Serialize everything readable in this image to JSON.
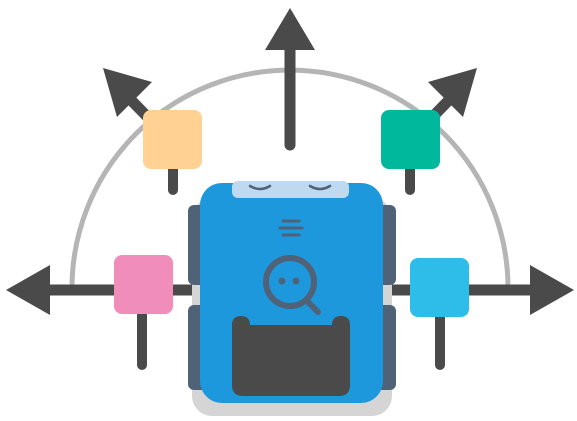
{
  "diagram": {
    "subject": "robot",
    "directions": [
      "left",
      "upper-left",
      "up",
      "upper-right",
      "right"
    ],
    "markers": [
      {
        "id": "left",
        "color": "#F08DBB"
      },
      {
        "id": "upper-left",
        "color": "#FFD294"
      },
      {
        "id": "upper-right",
        "color": "#00B89C"
      },
      {
        "id": "right",
        "color": "#2DBDE8"
      }
    ],
    "colors": {
      "arrow": "#4A4A4A",
      "arc": "#B5B5B5",
      "robot_body": "#1E98DC",
      "robot_dark": "#4F6278",
      "robot_shadow": "#D5D5D5",
      "robot_top": "#BFD9F0",
      "robot_face": "#4A4A4A"
    },
    "icons": [
      "arrow-icon",
      "robot-icon",
      "logo-icon"
    ]
  }
}
